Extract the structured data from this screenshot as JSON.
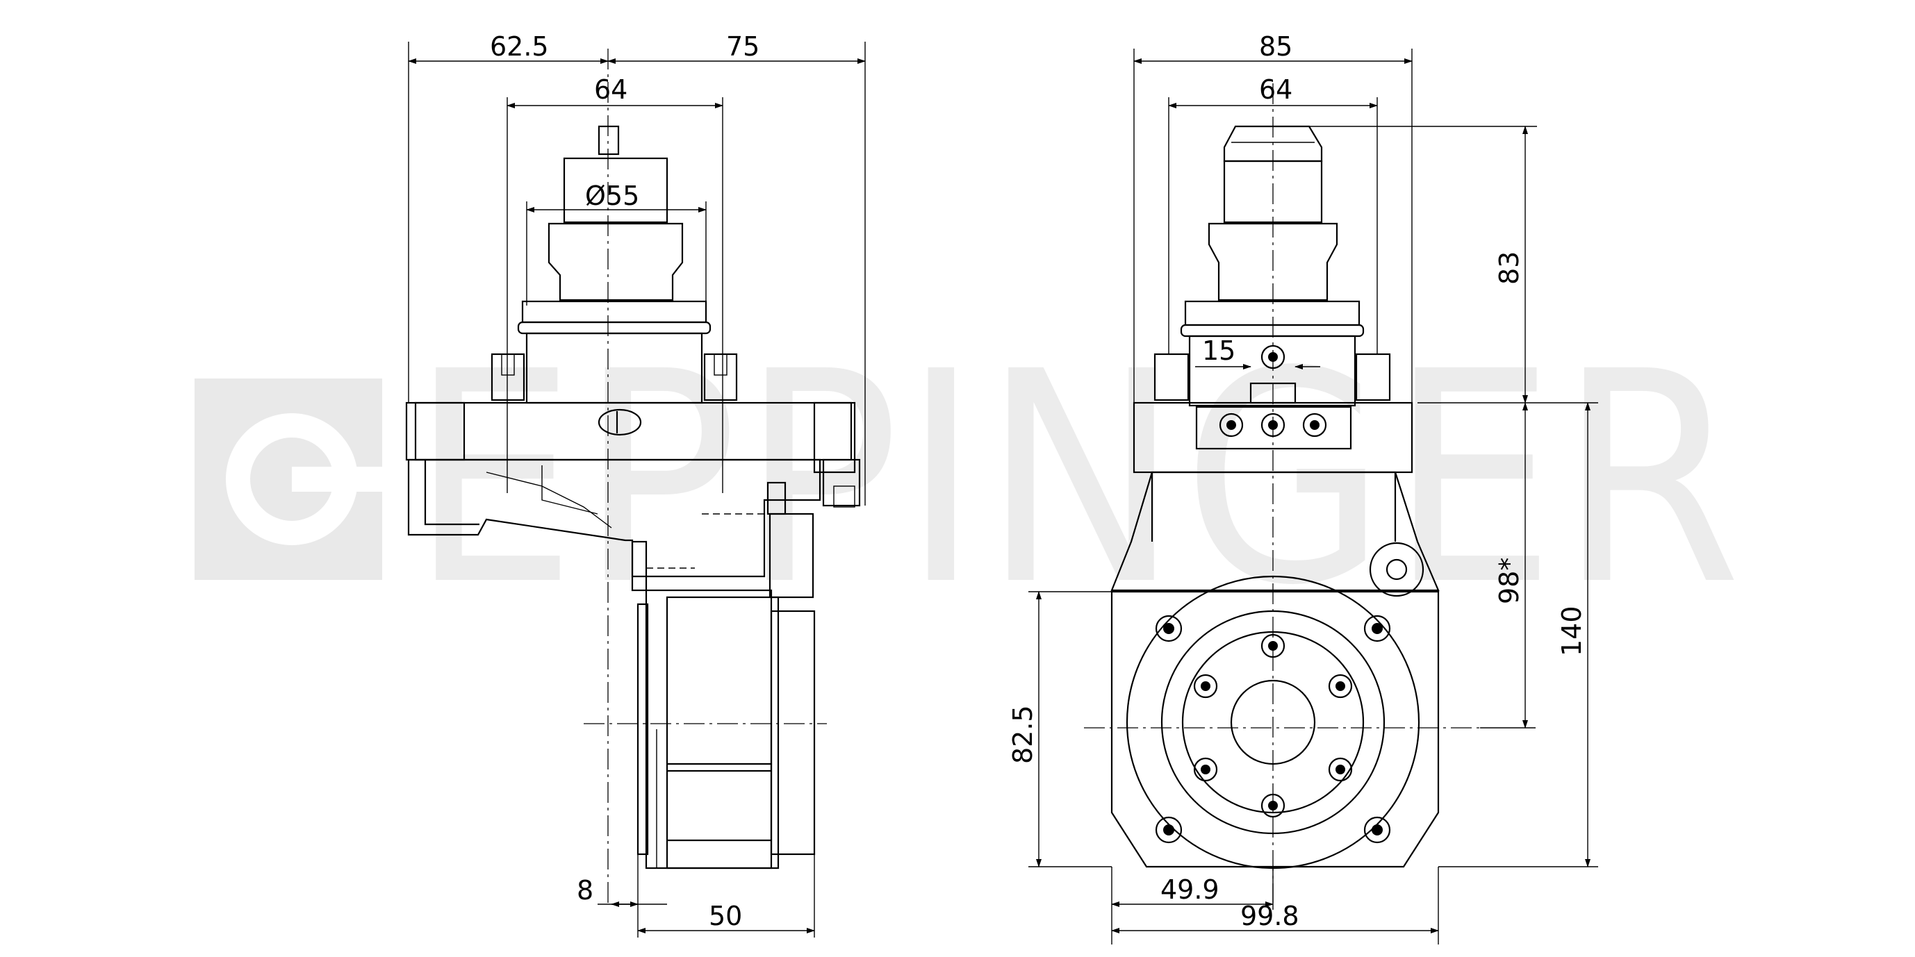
{
  "brand": {
    "watermark": "EPPINGER",
    "color": "#e9e9e9"
  },
  "side_view": {
    "dims": {
      "left_offset": "62.5",
      "right_offset": "75",
      "flange_width": "64",
      "spindle_dia": "Ø55",
      "output_offset": "8",
      "output_width": "50"
    }
  },
  "front_view": {
    "dims": {
      "total_width": "85",
      "flange_width": "64",
      "screw_offset": "15",
      "shank_height": "83",
      "center_height": "98*",
      "total_height": "140",
      "output_height": "82.5",
      "half_width": "49.9",
      "base_width": "99.8"
    }
  }
}
